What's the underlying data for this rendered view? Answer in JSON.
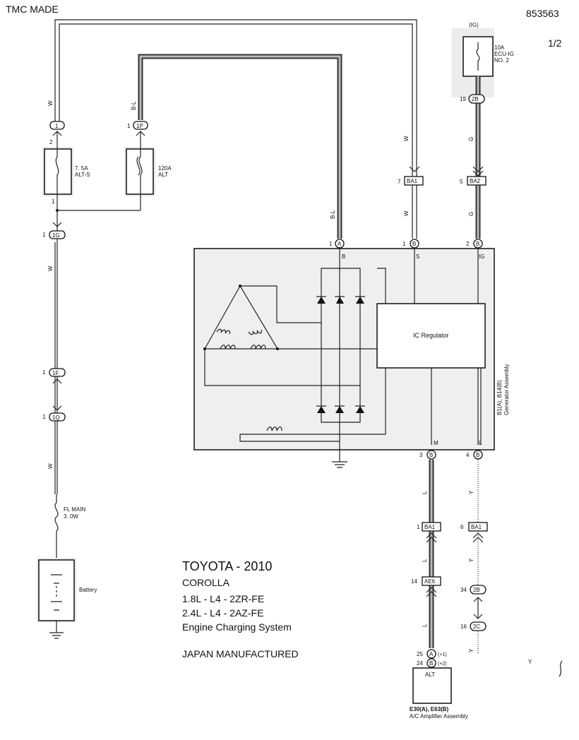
{
  "header": {
    "left": "TMC MADE",
    "right": "853563",
    "page": "1/2"
  },
  "title": {
    "line1": "TOYOTA - 2010",
    "line2": "COROLLA",
    "line3": "1.8L -  L4 - 2ZR-FE",
    "line4": "2.4L -  L4 - 2AZ-FE",
    "line5": "Engine Charging System",
    "line6": "JAPAN MANUFACTURED"
  },
  "fuses": {
    "alts": {
      "rating": "7. 5A",
      "name": "ALT-S",
      "pin_top": "2",
      "pin_bottom": "1"
    },
    "alt": {
      "rating": "120A",
      "name": "ALT"
    },
    "ecuig": {
      "rating": "10A",
      "name": "ECU-IG",
      "name2": "NO. 2",
      "source": "(IG)"
    },
    "flmain": {
      "name": "FL MAIN",
      "rating": "3. 0W"
    }
  },
  "battery": {
    "label": "Battery"
  },
  "wires": {
    "w": "W",
    "bl": "B-L",
    "g": "G",
    "l": "L",
    "y": "Y"
  },
  "connectors": {
    "c1": {
      "pin": "",
      "code": "1"
    },
    "c1p": {
      "pin": "1",
      "code": "1P"
    },
    "c1g": {
      "pin": "1",
      "code": "1G"
    },
    "c1f": {
      "pin": "1",
      "code": "1F"
    },
    "c1q": {
      "pin": "1",
      "code": "1Q"
    },
    "c2b_top": {
      "pin": "19",
      "code": "2B"
    },
    "ba1_top": {
      "pin": "7",
      "code": "BA1"
    },
    "ba2": {
      "pin": "5",
      "code": "BA2"
    },
    "gen_a": {
      "pin": "1",
      "code": "A"
    },
    "gen_bs": {
      "pin": "1",
      "code": "B"
    },
    "gen_big": {
      "pin": "2",
      "code": "B"
    },
    "gen_bm": {
      "pin": "3",
      "code": "B"
    },
    "gen_bl": {
      "pin": "4",
      "code": "B"
    },
    "ba1_l": {
      "pin": "1",
      "code": "BA1"
    },
    "ba1_y": {
      "pin": "6",
      "code": "BA1"
    },
    "ae6": {
      "pin": "14",
      "code": "AE6"
    },
    "c2b_bot": {
      "pin": "34",
      "code": "2B"
    },
    "c2c": {
      "pin": "16",
      "code": "2C"
    },
    "amp_a": {
      "pin": "25",
      "code": "A",
      "term": "(+1)"
    },
    "amp_b": {
      "pin": "24",
      "code": "B",
      "term": "(+2)"
    }
  },
  "generator": {
    "terminals": {
      "b": "B",
      "s": "S",
      "ig": "IG",
      "m": "M",
      "l": "L"
    },
    "regulator": "IC Regulator",
    "id": "B1(A), B14(B)",
    "name": "Generator Assembly"
  },
  "amplifier": {
    "terminal": "ALT",
    "id": "E30(A), E63(B)",
    "name": "A/C Amplifier Assembly"
  },
  "misc": {
    "y_far": "Y"
  }
}
